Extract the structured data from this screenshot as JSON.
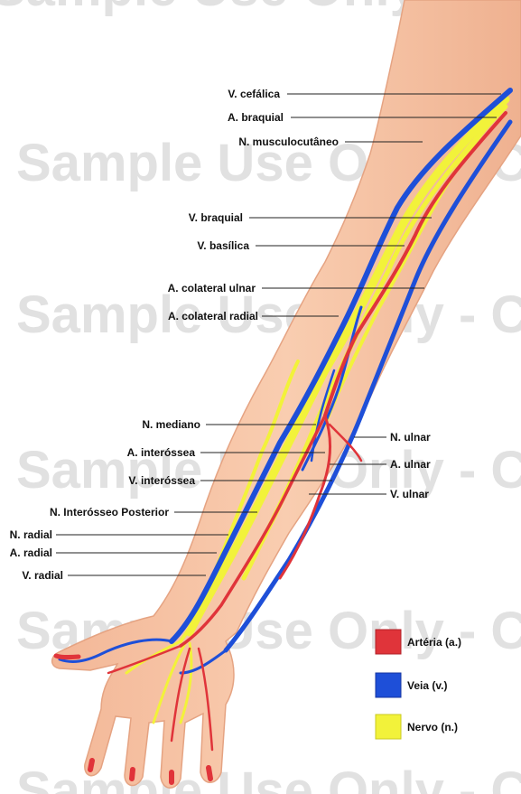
{
  "watermark": {
    "text": "Sample Use Only - C",
    "partial_text": "Sample Use Only - C"
  },
  "labels_left": [
    "V. cefálica",
    "A. braquial",
    "N. musculocutâneo",
    "V. braquial",
    "V. basílica",
    "A. colateral ulnar",
    "A. colateral radial",
    "N. mediano",
    "A. interóssea",
    "V. interóssea",
    "N. Interósseo Posterior",
    "N. radial",
    "A. radial",
    "V. radial"
  ],
  "labels_right": [
    "N. ulnar",
    "A. ulnar",
    "V. ulnar"
  ],
  "legend": [
    {
      "label": "Artéria (a.)",
      "color": "#e0343a",
      "icon": "artery-swatch-icon"
    },
    {
      "label": "Veia (v.)",
      "color": "#1e4fd8",
      "icon": "vein-swatch-icon"
    },
    {
      "label": "Nervo (n.)",
      "color": "#f2f23a",
      "icon": "nerve-swatch-icon"
    }
  ],
  "colors": {
    "skin": "#f7c4a3",
    "skin_shadow": "#eaa889",
    "artery": "#e0343a",
    "vein": "#1e4fd8",
    "nerve": "#f2f23a"
  }
}
